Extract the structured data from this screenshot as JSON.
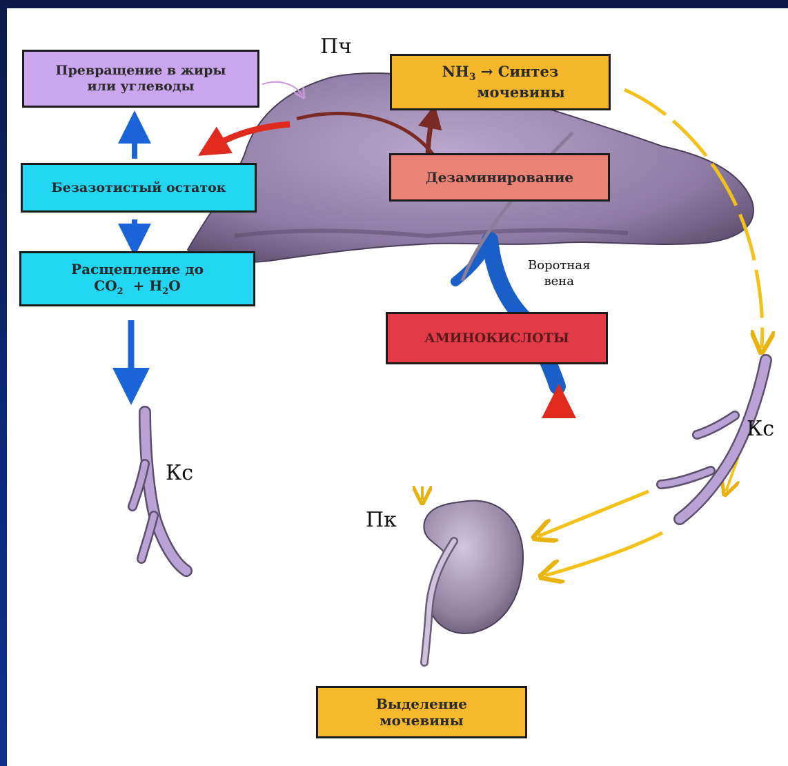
{
  "boxes": {
    "fats": {
      "line1": "Превращение в жиры",
      "line2": "или углеводы",
      "color": "#c9a6ee"
    },
    "nh3": {
      "formula": "NH",
      "sub": "3",
      "arrow": "→",
      "word": "Синтез",
      "line2": "мочевины",
      "color": "#f4b62a"
    },
    "deamination": {
      "text": "Дезаминирование",
      "color": "#ea8276"
    },
    "nitrogen_free": {
      "text": "Безазотистый остаток",
      "color": "#22d6f2"
    },
    "breakdown": {
      "line1": "Расщепление до",
      "co": "CO",
      "co_sub": "2",
      "plus": "+ H",
      "h_sub": "2",
      "o": "O",
      "color": "#22d6f2"
    },
    "amino": {
      "text": "АМИНОКИСЛОТЫ",
      "color": "#e33a47"
    },
    "excretion": {
      "line1": "Выделение",
      "line2": "мочевины",
      "color": "#f6b92e"
    }
  },
  "labels": {
    "liver": "Пч",
    "portal_vein_line1": "Воротная",
    "portal_vein_line2": "вена",
    "blood_left": "Кс",
    "blood_right": "Кс",
    "kidney": "Пк"
  },
  "colors": {
    "liver": "#8f7ca3",
    "vessel": "#b9a3d6",
    "portal_vein": "#1a5ec8",
    "blue_arrow": "#1a63d8",
    "red_arrow": "#d9281c",
    "yellow_arrow": "#f2c21a"
  }
}
